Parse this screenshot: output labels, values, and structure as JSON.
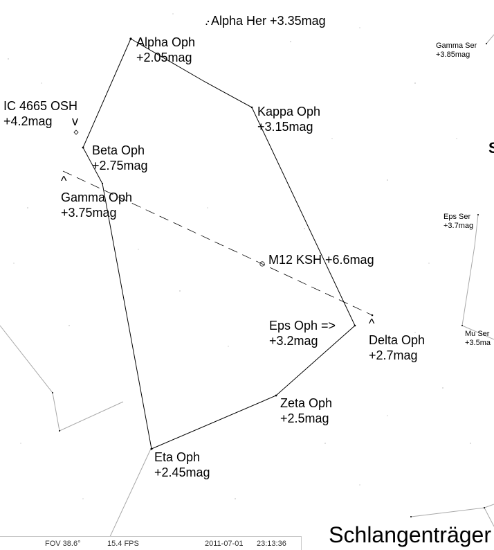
{
  "labels": {
    "alpha_her": ". Alpha Her +3.35mag",
    "alpha_oph": {
      "name": "Alpha Oph",
      "mag": "+2.05mag"
    },
    "kappa_oph": {
      "name": "Kappa Oph",
      "mag": "+3.15mag"
    },
    "ic4665": {
      "name": "IC 4665 OSH",
      "mag": "+4.2mag",
      "marker": "v"
    },
    "beta_oph": {
      "name": "Beta Oph",
      "mag": "+2.75mag"
    },
    "gamma_oph": {
      "name": "Gamma Oph",
      "mag": "+3.75mag",
      "marker": "^"
    },
    "m12": "M12 KSH +6.6mag",
    "eps_oph": {
      "name": "Eps Oph =>",
      "mag": "+3.2mag"
    },
    "delta_oph": {
      "name": "Delta Oph",
      "mag": "+2.7mag",
      "marker": "^"
    },
    "zeta_oph": {
      "name": "Zeta Oph",
      "mag": "+2.5mag"
    },
    "eta_oph": {
      "name": "Eta Oph",
      "mag": "+2.45mag"
    },
    "gamma_ser": {
      "name": "Gamma Ser",
      "mag": "+3.85mag"
    },
    "eps_ser": {
      "name": "Eps Ser",
      "mag": "+3.7mag"
    },
    "mu_ser": {
      "name": "Mu Ser",
      "mag": "+3.5ma"
    },
    "s_edge": "S"
  },
  "constellation_title": "Schlangenträger",
  "status_bar": {
    "fov": "FOV 38.6°",
    "fps": "15.4 FPS",
    "date": "2011-07-01",
    "time": "23:13:36"
  },
  "colors": {
    "background": "#ffffff",
    "constellation_lines": "#000000",
    "neighbor_lines": "#a0a0a0",
    "ecliptic_line": "#000000"
  }
}
